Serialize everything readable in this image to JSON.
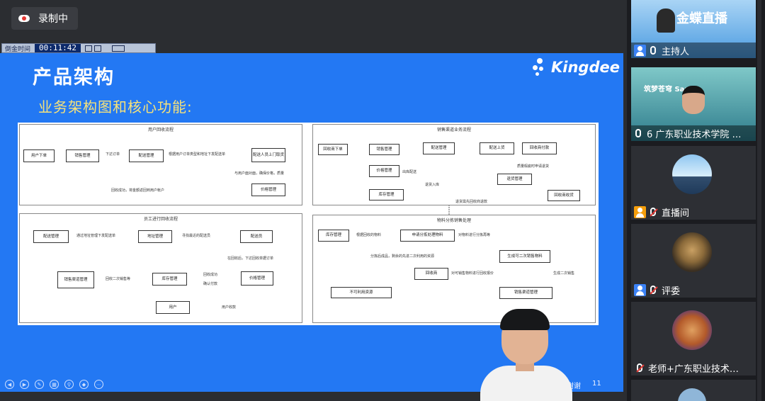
{
  "recording": {
    "label": "录制中"
  },
  "timer": {
    "label": "倒金时间",
    "time": "00:11:42"
  },
  "slide": {
    "title": "产品架构",
    "subtitle": "业务架构图和核心功能:",
    "brand": "Kingdee",
    "page": "11",
    "footer_text": "谢谢"
  },
  "diagram": {
    "panel1": {
      "title": "用户回收流程",
      "nodes": [
        "用户下单",
        "销售管理",
        "配送管理",
        "配送人员上门取货",
        "价格管理"
      ],
      "labels": [
        "下达订单",
        "根据用户订单类型和地址下发配送单",
        "与用户面对面，确保价格，质量",
        "回收成功，将金额返回到用户帐户"
      ]
    },
    "panel2": {
      "title": "销售渠道业务流程",
      "nodes": [
        "回收商下单",
        "销售管理",
        "价格管理",
        "库存管理",
        "配送管理",
        "配送上货",
        "回收商付款",
        "退货管理",
        "回收商收货"
      ],
      "labels": [
        "出库配送",
        "退货入库",
        "质量瑕疵时申请退货",
        "退货需先回收商退款"
      ]
    },
    "panel3": {
      "title": "员工进行回收流程",
      "nodes": [
        "配送管理",
        "地址管理",
        "配送员",
        "价格管理",
        "库存管理",
        "销售渠道管理",
        "用户"
      ],
      "labels": [
        "通过地址管理下发配送单",
        "寻找最近的配送员",
        "在回收后，下达回收单据订单",
        "回收成功",
        "确认付款",
        "回收二次销售等",
        "用户收款"
      ]
    },
    "panel4": {
      "title": "物料分拣销售处理",
      "nodes": [
        "库存管理",
        "申请分拣处理物料",
        "生成可二次销售物料",
        "回收商",
        "销售渠道管理",
        "不可利用资源"
      ],
      "labels": [
        "根据回收的物料",
        "对物料进行分拣再等",
        "分拣后成品，剩余的先进二次利用的资源",
        "对可销售物料进行回收报价",
        "生成二次销售"
      ]
    }
  },
  "sidebar": {
    "tiles": [
      {
        "label": "主持人",
        "banner": "金蝶直播"
      },
      {
        "label": "6 广东职业技术学院 吴茂...",
        "banner": "筑梦苍穹 SaaS"
      },
      {
        "label": "直播间"
      },
      {
        "label": "评委"
      },
      {
        "label": "老师+广东职业技术学院..."
      }
    ]
  },
  "colors": {
    "slide_bg": "#2378f3",
    "subtitle": "#f6e27a",
    "stage": "#2b2d31",
    "sidebar": "#1b1c20"
  }
}
